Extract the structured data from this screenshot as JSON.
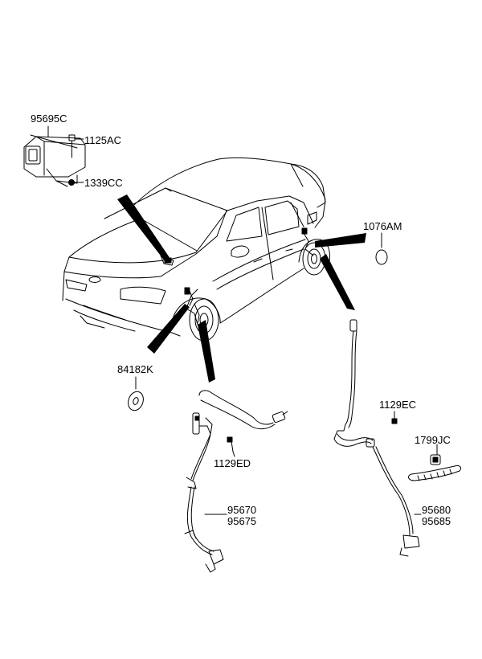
{
  "parts": {
    "sensor_unit": "95695C",
    "bolt_top": "1125AC",
    "bolt_bottom": "1339CC",
    "plug_right": "1076AM",
    "grommet_left": "84182K",
    "screw_right": "1129EC",
    "screw_left": "1129ED",
    "clip_right": "1799JC",
    "front_sensor_a": "95670",
    "front_sensor_b": "95675",
    "rear_sensor_a": "95680",
    "rear_sensor_b": "95685"
  },
  "colors": {
    "ink": "#000000",
    "paper": "#ffffff"
  }
}
